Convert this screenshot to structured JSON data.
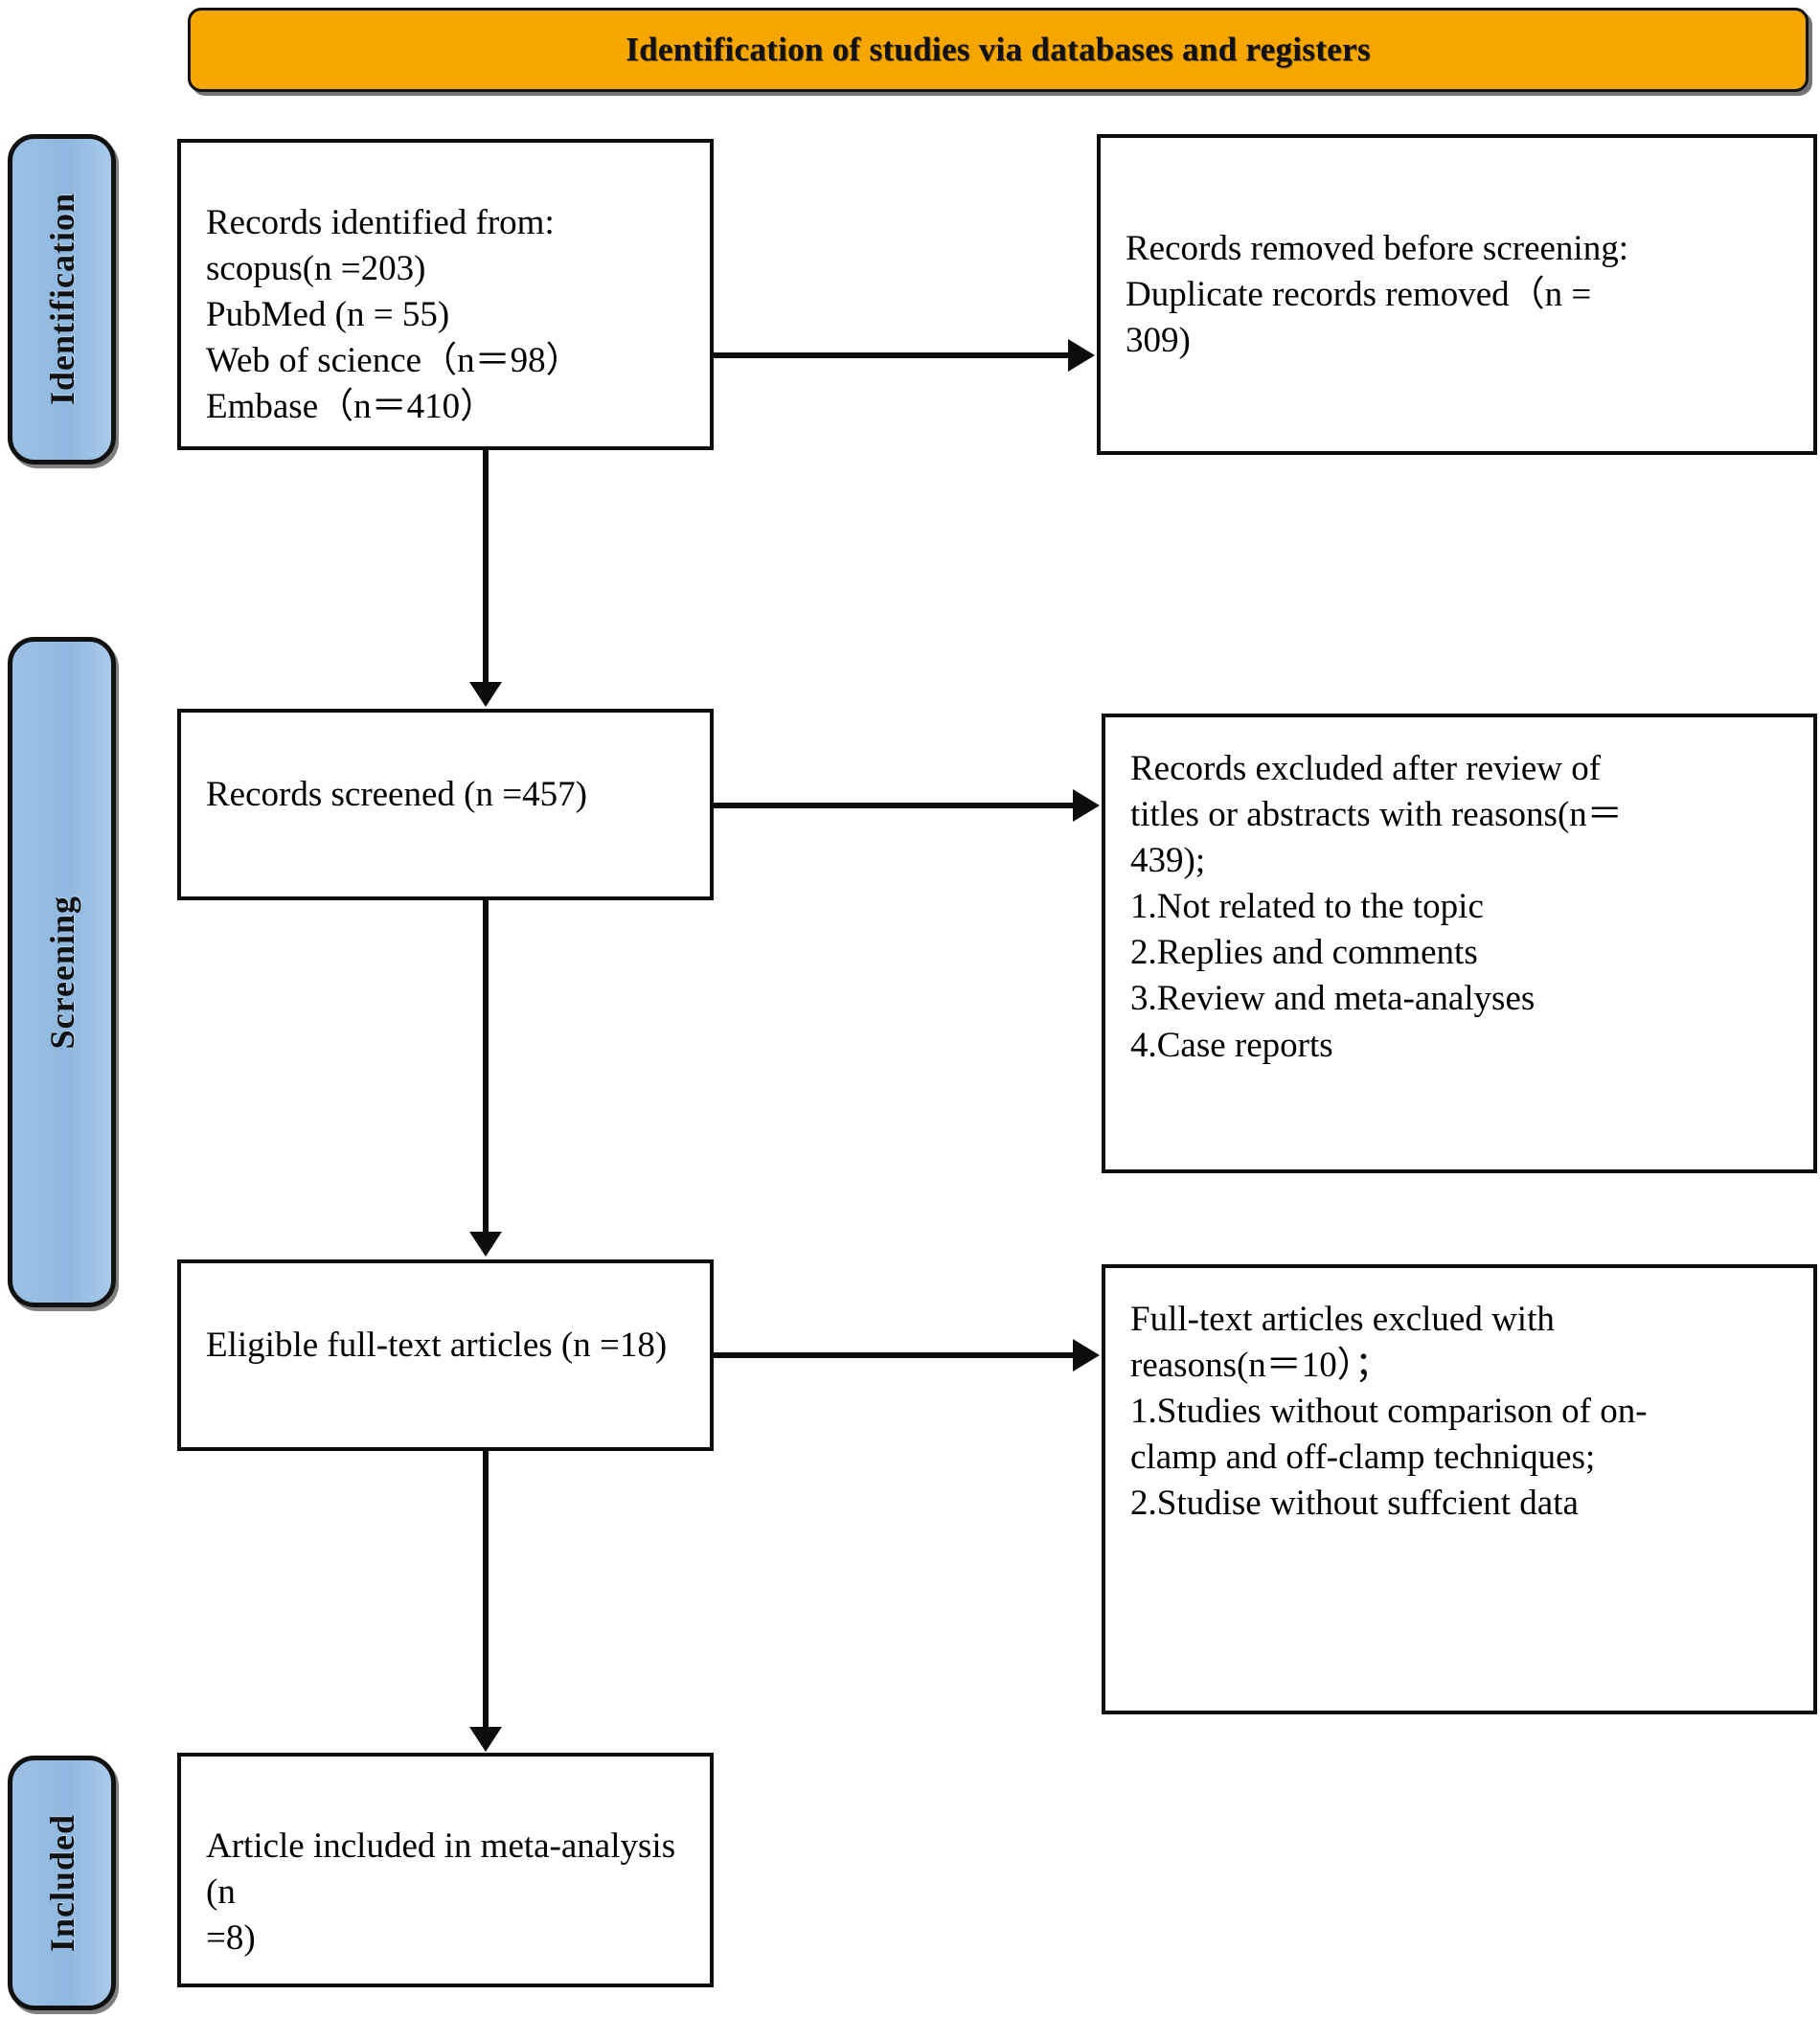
{
  "banner": {
    "title": "Identification of studies via databases and registers",
    "bg_color": "#F5A700"
  },
  "stages": [
    {
      "id": "identification",
      "label": "Identification"
    },
    {
      "id": "screening",
      "label": "Screening"
    },
    {
      "id": "included",
      "label": "Included"
    }
  ],
  "stage_color": "#9cc0e4",
  "boxes": {
    "identified": {
      "text": "Records identified from:\n    scopus(n =203)\n   PubMed (n = 55)\n    Web of science（n＝98）\n   Embase（n＝410）"
    },
    "removed": {
      "text": "Records removed before screening:\n    Duplicate records removed（n =\n309)"
    },
    "screened": {
      "text": "Records screened (n =457)"
    },
    "excluded_screen": {
      "text": "Records excluded after review of\ntitles or abstracts with reasons(n＝\n439);\n1.Not related to the topic\n2.Replies and comments\n3.Review and meta-analyses\n4.Case reports"
    },
    "eligible": {
      "text": "Eligible full-text articles (n =18)"
    },
    "excluded_full": {
      "text": "Full-text articles exclued with\nreasons(n＝10）；\n1.Studies without comparison of on-\nclamp and off-clamp techniques;\n2.Studise without suffcient data"
    },
    "included": {
      "text": "Article included in meta-analysis (n\n=8)"
    }
  },
  "chart_data": {
    "type": "diagram",
    "title": "PRISMA flow diagram",
    "nodes": [
      {
        "stage": "Identification",
        "label": "Records identified from databases",
        "counts": {
          "scopus": 203,
          "PubMed": 55,
          "Web of science": 98,
          "Embase": 410
        }
      },
      {
        "stage": "Identification",
        "label": "Records removed before screening: Duplicate records removed",
        "n": 309
      },
      {
        "stage": "Screening",
        "label": "Records screened",
        "n": 457
      },
      {
        "stage": "Screening",
        "label": "Records excluded after review of titles or abstracts with reasons",
        "n": 439,
        "reasons": [
          "Not related to the topic",
          "Replies and comments",
          "Review and meta-analyses",
          "Case reports"
        ]
      },
      {
        "stage": "Screening",
        "label": "Eligible full-text articles",
        "n": 18
      },
      {
        "stage": "Screening",
        "label": "Full-text articles exclued with reasons",
        "n": 10,
        "reasons": [
          "Studies without comparison of on-clamp and off-clamp techniques;",
          "Studise without suffcient data"
        ]
      },
      {
        "stage": "Included",
        "label": "Article included in meta-analysis",
        "n": 8
      }
    ]
  }
}
